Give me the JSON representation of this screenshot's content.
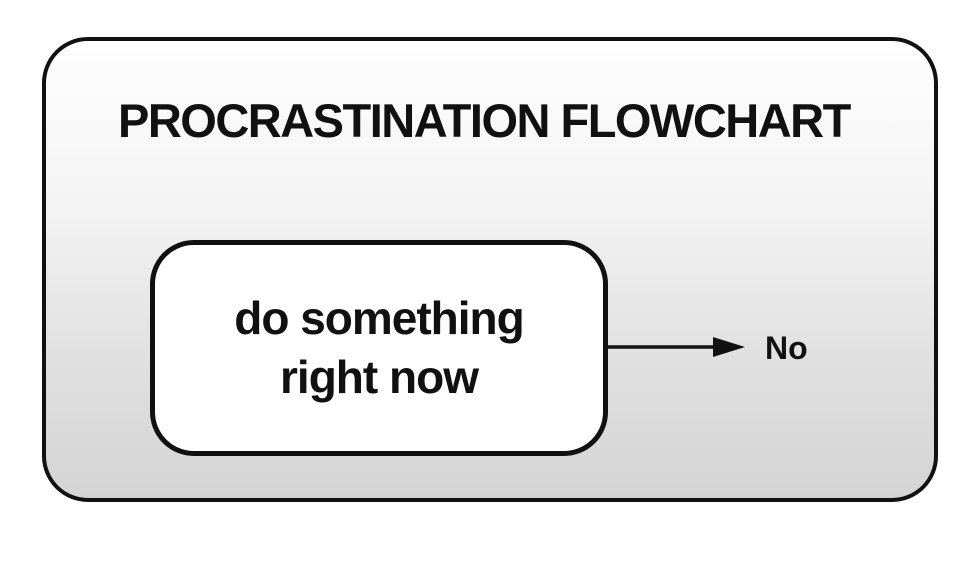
{
  "flowchart": {
    "title": "PROCRASTINATION FLOWCHART",
    "node": {
      "label_line1": "do something",
      "label_line2": "right now"
    },
    "edge": {
      "label": "No",
      "direction": "right"
    }
  },
  "colors": {
    "border": "#111111",
    "text": "#111111",
    "node_background": "#ffffff",
    "frame_gradient_top": "#fefefe",
    "frame_gradient_bottom": "#d4d4d4",
    "page_background": "#ffffff"
  }
}
